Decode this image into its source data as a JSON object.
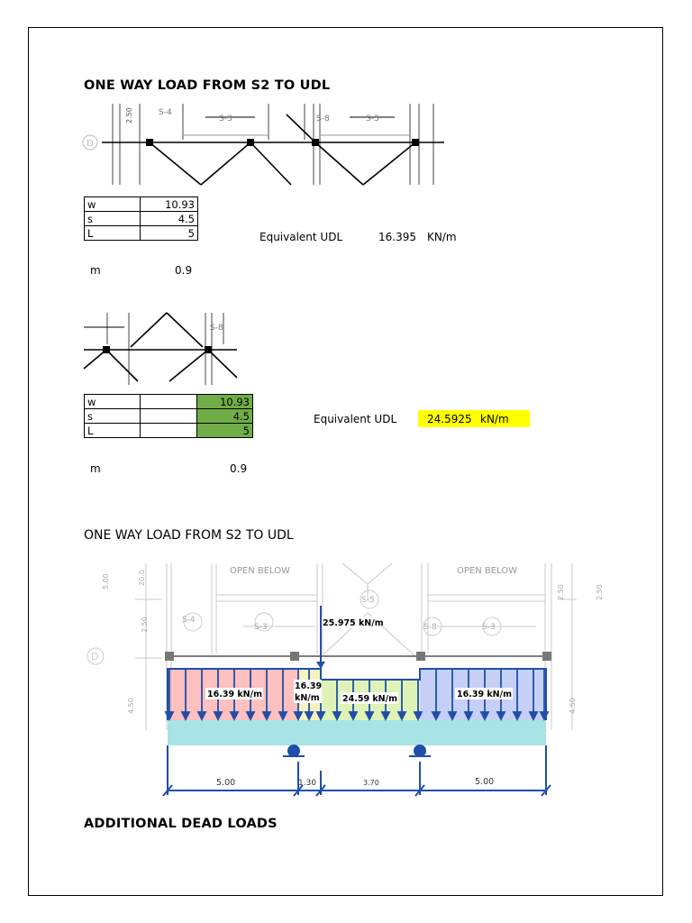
{
  "section1": {
    "heading": "ONE WAY LOAD FROM S2 TO UDL",
    "drawing_labels": [
      "2.50",
      "S-4",
      "S-3",
      "S-8",
      "S-3",
      "D"
    ],
    "table": [
      {
        "label": "w",
        "value": "10.93"
      },
      {
        "label": "s",
        "value": "4.5"
      },
      {
        "label": "L",
        "value": "5"
      }
    ],
    "udl_label": "Equivalent UDL",
    "udl_value": "16.395",
    "udl_unit": "KN/m",
    "m_label": "m",
    "m_value": "0.9"
  },
  "section2": {
    "drawing_labels": [
      "S-8"
    ],
    "table": [
      {
        "label": "w",
        "value": "10.93"
      },
      {
        "label": "s",
        "value": "4.5"
      },
      {
        "label": "L",
        "value": "5"
      }
    ],
    "udl_label": "Equivalent UDL",
    "udl_value": "24.5925",
    "udl_unit": "kN/m",
    "m_label": "m",
    "m_value": "0.9"
  },
  "section3": {
    "heading": "ONE WAY LOAD FROM S2 TO UDL",
    "diagram": {
      "plan_labels": {
        "open_below_left": "OPEN BELOW",
        "open_below_right": "OPEN BELOW",
        "dim_left_top": "5.00",
        "dim_20": "20.0",
        "dim_left_mid": "2.50",
        "dim_left_low": "4.50",
        "dim_right_top": "2.50",
        "dim_right_low": "4.50",
        "s4": "S-4",
        "s3_left": "S-3",
        "s5": "S-5",
        "s8": "S-8",
        "s3_right": "S-3",
        "d": "D"
      },
      "point_load": "25.975 kN/m",
      "load_left": "16.39 kN/m",
      "load_mid_line1": "16.39",
      "load_mid_line2": "kN/m",
      "load_center": "24.59 kN/m",
      "load_right": "16.39 kN/m",
      "spans": [
        "5.00",
        "1.30",
        "3.70",
        "5.00"
      ]
    }
  },
  "section4": {
    "heading": "ADDITIONAL DEAD LOADS"
  },
  "colors": {
    "green_cell": "#70ad47",
    "highlight": "#ffff00",
    "load_arrow_blue": "#1f4fa8",
    "beam_cyan": "#a8e3e6",
    "zone_red": "#ffb0b0",
    "zone_green": "#d7f0a8",
    "zone_blue": "#b8c4f5"
  }
}
